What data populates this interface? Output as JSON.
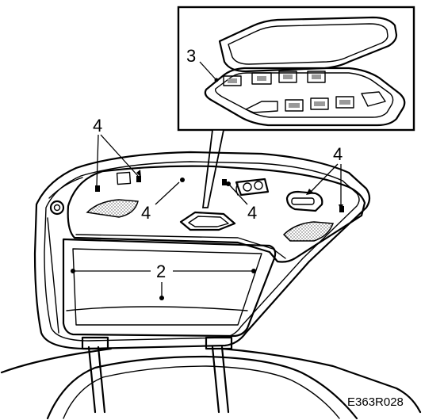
{
  "labels": {
    "clip_large": "4",
    "clip_mid_left": "4",
    "clip_mid_right": "4",
    "clip_right": "4",
    "panel": "2",
    "lamp_part": "3"
  },
  "figure_code": "E363R028",
  "colors": {
    "ink": "#000000",
    "paper": "#ffffff",
    "shade": "#9a9a9a"
  }
}
